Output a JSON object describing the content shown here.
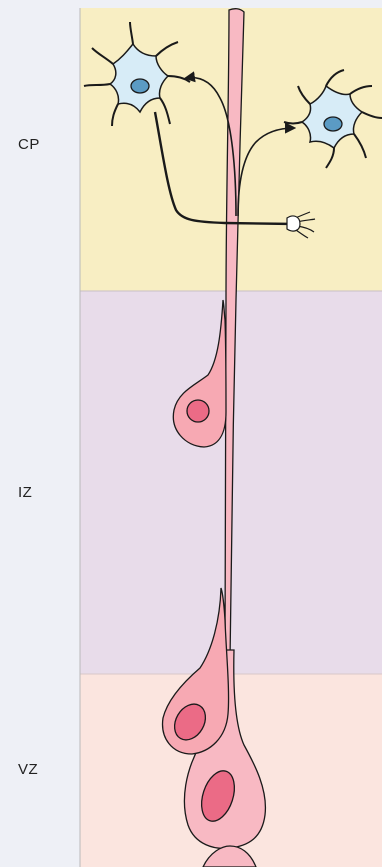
{
  "layers": {
    "cp": {
      "label": "CP"
    },
    "iz": {
      "label": "IZ"
    },
    "vz": {
      "label": "VZ"
    }
  },
  "colors": {
    "background": "#eef0f6",
    "cp_fill": "#f8eec3",
    "iz_fill": "#e8dcea",
    "vz_fill": "#fbe5df",
    "radial_glia": "#f8b9c3",
    "migrating_neuron": "#f7a9b3",
    "nucleus": "#eb6b86",
    "mature_neuron": "#d7ecf7",
    "mature_nucleus": "#5b9bc4",
    "outline": "#1a1a1a"
  },
  "icons": {
    "mature_neuron": "neuron-icon",
    "migration_arrow": "arrow-icon"
  }
}
